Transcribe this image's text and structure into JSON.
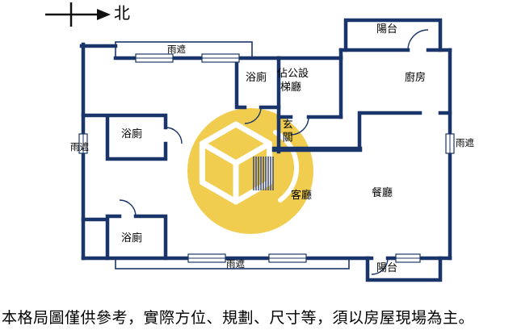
{
  "compass": {
    "north_label": "北"
  },
  "plan": {
    "labels": {
      "canopy_top": "雨遮",
      "bath_top": "浴廁",
      "public_facility_line1": "佔公設",
      "public_facility_line2": "梯廳",
      "kitchen": "廚房",
      "balcony_top": "陽台",
      "canopy_left": "雨遮",
      "bath_mid_left": "浴廁",
      "foyer": "玄關",
      "canopy_right": "雨遮",
      "living_room": "客廳",
      "dining_room": "餐廳",
      "bath_bottom_left": "浴廁",
      "canopy_bottom": "雨遮",
      "balcony_bottom": "陽台"
    }
  },
  "footer": {
    "disclaimer": "本格局圖僅供參考，實際方位、規劃、尺寸等，須以房屋現場為主。"
  },
  "colors": {
    "wall": "#1a3569",
    "watermark_yellow": "#f0cd4f",
    "text": "#000000",
    "background": "#ffffff"
  }
}
